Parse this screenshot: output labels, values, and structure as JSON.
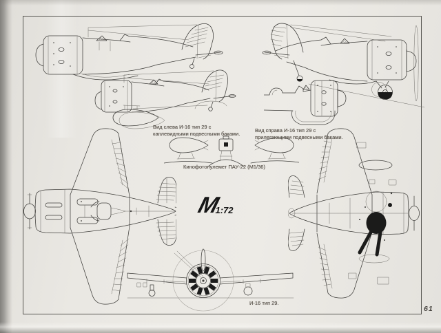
{
  "page": {
    "number": "61"
  },
  "scale_mark": {
    "letter": "M",
    "ratio": "1:72"
  },
  "captions": {
    "left_view": {
      "line1": "Вид слева И-16 тип 29 с",
      "line2": "каплевидными подвесными баками."
    },
    "right_view": {
      "line1": "Вид справа И-16 тип 29 с",
      "line2": "прилегающими подвесными баками."
    },
    "camera_gun": "Кинофотопулемет ПАУ-22 (М1/36)",
    "front_view": "И-16 тип 29."
  },
  "colors": {
    "paper": "#eae8e3",
    "ink": "#3f3e3b",
    "caption": "#554f48",
    "frame": "#55544f"
  }
}
